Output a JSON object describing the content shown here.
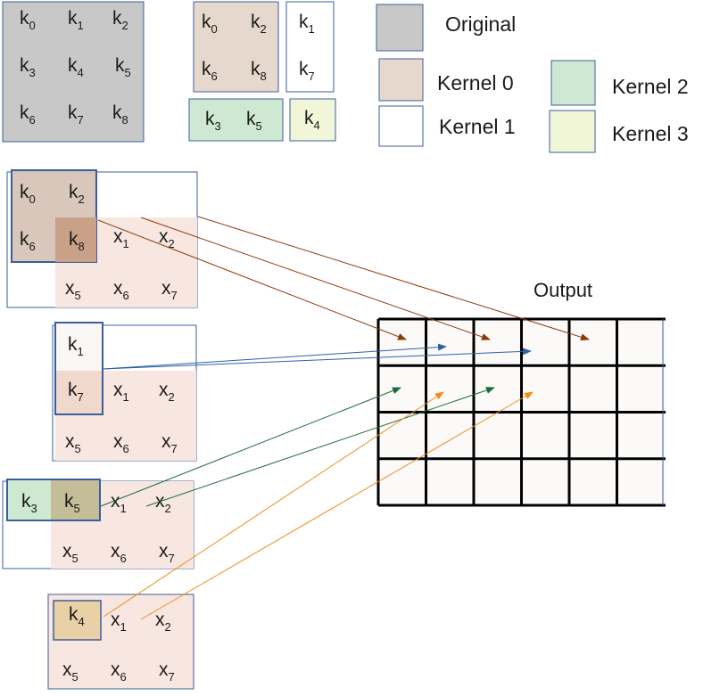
{
  "colors": {
    "original": "#c8c8c8",
    "kernel0": "#e6d8cc",
    "kernel1": "#ffffff",
    "kernel2": "#cfe8d2",
    "kernel3": "#f2f6d8",
    "input": "#f8e6e0",
    "border": "#3b5f9b",
    "arrow_k0": "#8b3a0a",
    "arrow_k1": "#2e62a8",
    "arrow_k2": "#1e6b3a",
    "arrow_k3": "#f08c1e"
  },
  "legend": {
    "original": "Original",
    "kernel0": "Kernel 0",
    "kernel1": "Kernel 1",
    "kernel2": "Kernel 2",
    "kernel3": "Kernel 3"
  },
  "output": {
    "title": "Output",
    "rows": 4,
    "cols": 6
  },
  "original_kernel": [
    [
      {
        "b": "k",
        "s": "0"
      },
      {
        "b": "k",
        "s": "1"
      },
      {
        "b": "k",
        "s": "2"
      }
    ],
    [
      {
        "b": "k",
        "s": "3"
      },
      {
        "b": "k",
        "s": "4"
      },
      {
        "b": "k",
        "s": "5"
      }
    ],
    [
      {
        "b": "k",
        "s": "6"
      },
      {
        "b": "k",
        "s": "7"
      },
      {
        "b": "k",
        "s": "8"
      }
    ]
  ],
  "kernel0": [
    [
      {
        "b": "k",
        "s": "0"
      },
      {
        "b": "k",
        "s": "2"
      }
    ],
    [
      {
        "b": "k",
        "s": "6"
      },
      {
        "b": "k",
        "s": "8"
      }
    ]
  ],
  "kernel1": [
    [
      {
        "b": "k",
        "s": "1"
      }
    ],
    [
      {
        "b": "k",
        "s": "7"
      }
    ]
  ],
  "kernel2": [
    [
      {
        "b": "k",
        "s": "3"
      },
      {
        "b": "k",
        "s": "5"
      }
    ]
  ],
  "kernel3": [
    [
      {
        "b": "k",
        "s": "4"
      }
    ]
  ],
  "panels": [
    {
      "name": "panel-kernel0",
      "window": [
        [
          {
            "b": "k",
            "s": "0"
          },
          {
            "b": "k",
            "s": "2"
          }
        ],
        [
          {
            "b": "k",
            "s": "6"
          },
          {
            "b": "k",
            "s": "8"
          }
        ]
      ],
      "row1": [
        {
          "b": "x",
          "s": "1"
        },
        {
          "b": "x",
          "s": "2"
        }
      ],
      "row2": [
        {
          "b": "x",
          "s": "5"
        },
        {
          "b": "x",
          "s": "6"
        },
        {
          "b": "x",
          "s": "7"
        }
      ]
    },
    {
      "name": "panel-kernel1",
      "window": [
        [
          {
            "b": "k",
            "s": "1"
          }
        ],
        [
          {
            "b": "k",
            "s": "7"
          }
        ]
      ],
      "row1": [
        {
          "b": "x",
          "s": "1"
        },
        {
          "b": "x",
          "s": "2"
        }
      ],
      "row2": [
        {
          "b": "x",
          "s": "5"
        },
        {
          "b": "x",
          "s": "6"
        },
        {
          "b": "x",
          "s": "7"
        }
      ]
    },
    {
      "name": "panel-kernel2",
      "window": [
        [
          {
            "b": "k",
            "s": "3"
          },
          {
            "b": "k",
            "s": "5"
          }
        ]
      ],
      "row1": [
        {
          "b": "x",
          "s": "1"
        },
        {
          "b": "x",
          "s": "2"
        }
      ],
      "row2": [
        {
          "b": "x",
          "s": "5"
        },
        {
          "b": "x",
          "s": "6"
        },
        {
          "b": "x",
          "s": "7"
        }
      ]
    },
    {
      "name": "panel-kernel3",
      "window": [
        [
          {
            "b": "k",
            "s": "4"
          }
        ]
      ],
      "row1": [
        {
          "b": "x",
          "s": "1"
        },
        {
          "b": "x",
          "s": "2"
        }
      ],
      "row2": [
        {
          "b": "x",
          "s": "5"
        },
        {
          "b": "x",
          "s": "6"
        },
        {
          "b": "x",
          "s": "7"
        }
      ]
    }
  ]
}
